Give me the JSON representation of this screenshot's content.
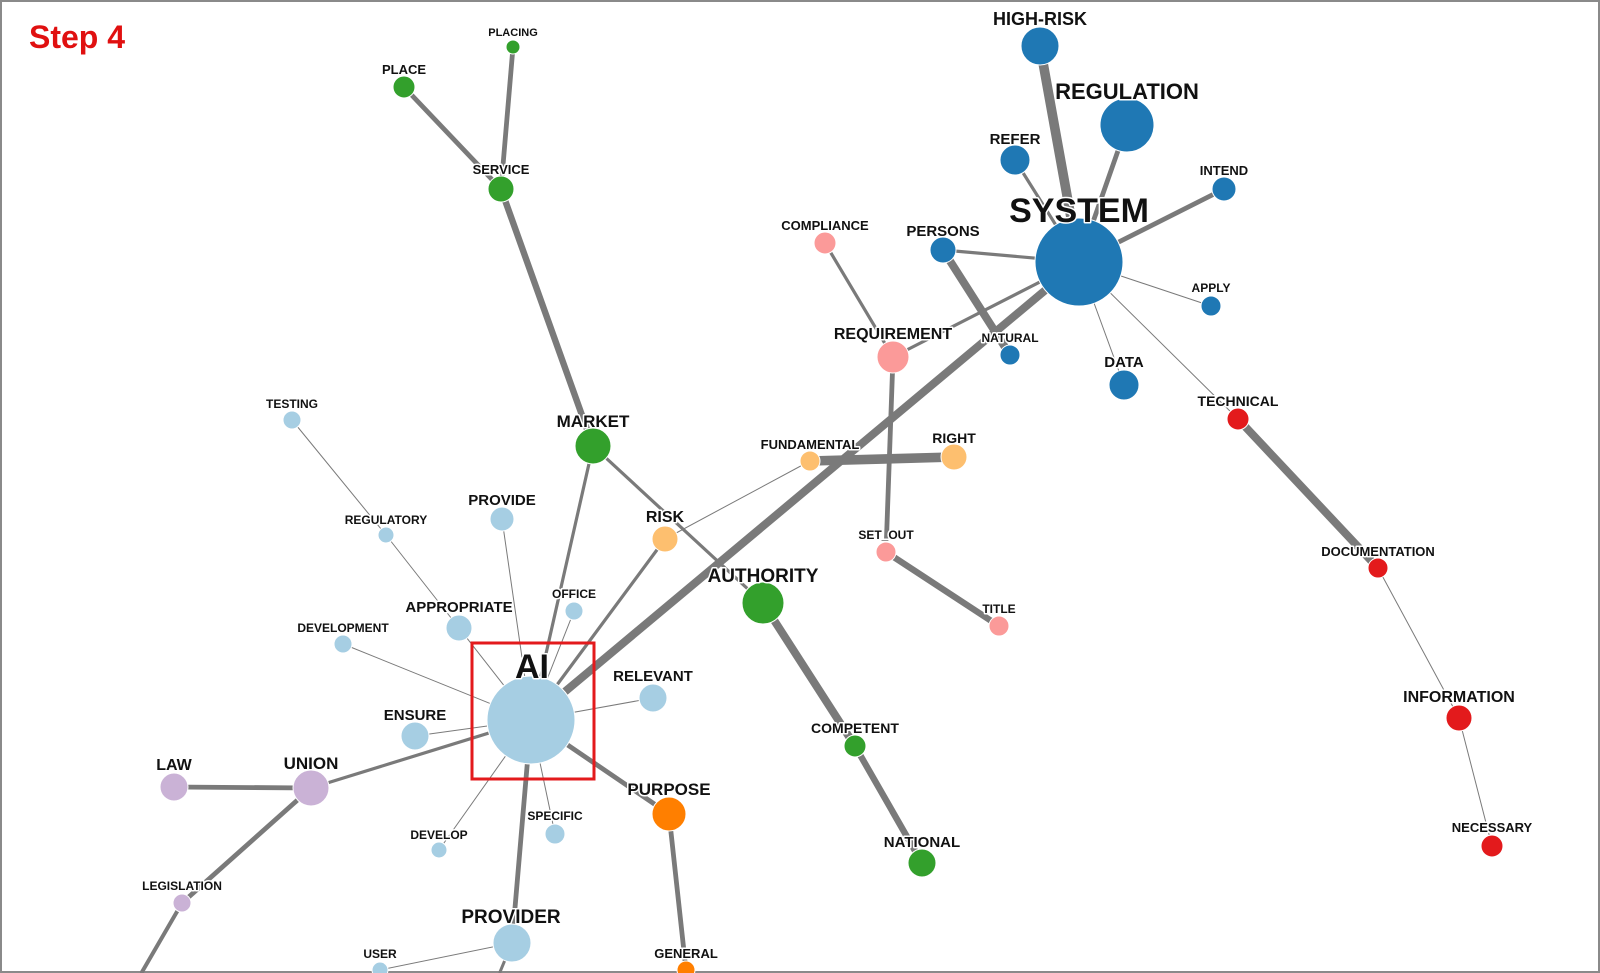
{
  "step_label": "Step 4",
  "colors": {
    "lightblue": "#a6cee3",
    "blue": "#1f78b4",
    "green": "#33a02c",
    "pink": "#fb9a99",
    "orange_light": "#fdbf6f",
    "orange": "#ff7f00",
    "red": "#e31a1c",
    "purple": "#cab2d6",
    "edge": "#7a7a7a",
    "highlight": "#e31a1c",
    "step_label": "#e01010"
  },
  "highlighted_node": "AI",
  "nodes": [
    {
      "id": "AI",
      "label": "AI",
      "group": "lightblue",
      "size": 5
    },
    {
      "id": "PROVIDE",
      "label": "PROVIDE",
      "group": "lightblue",
      "size": 2
    },
    {
      "id": "REGULATORY",
      "label": "REGULATORY",
      "group": "lightblue",
      "size": 1
    },
    {
      "id": "TESTING",
      "label": "TESTING",
      "group": "lightblue",
      "size": 1
    },
    {
      "id": "OFFICE",
      "label": "OFFICE",
      "group": "lightblue",
      "size": 1
    },
    {
      "id": "APPROPRIATE",
      "label": "APPROPRIATE",
      "group": "lightblue",
      "size": 2
    },
    {
      "id": "DEVELOPMENT",
      "label": "DEVELOPMENT",
      "group": "lightblue",
      "size": 1
    },
    {
      "id": "RELEVANT",
      "label": "RELEVANT",
      "group": "lightblue",
      "size": 2
    },
    {
      "id": "ENSURE",
      "label": "ENSURE",
      "group": "lightblue",
      "size": 2
    },
    {
      "id": "SPECIFIC",
      "label": "SPECIFIC",
      "group": "lightblue",
      "size": 1
    },
    {
      "id": "DEVELOP",
      "label": "DEVELOP",
      "group": "lightblue",
      "size": 1
    },
    {
      "id": "PROVIDER",
      "label": "PROVIDER",
      "group": "lightblue",
      "size": 3
    },
    {
      "id": "USER",
      "label": "USER",
      "group": "lightblue",
      "size": 1
    },
    {
      "id": "SYSTEM",
      "label": "SYSTEM",
      "group": "blue",
      "size": 6
    },
    {
      "id": "HIGH-RISK",
      "label": "HIGH-RISK",
      "group": "blue",
      "size": 3
    },
    {
      "id": "REGULATION",
      "label": "REGULATION",
      "group": "blue",
      "size": 4
    },
    {
      "id": "REFER",
      "label": "REFER",
      "group": "blue",
      "size": 2
    },
    {
      "id": "INTEND",
      "label": "INTEND",
      "group": "blue",
      "size": 1
    },
    {
      "id": "PERSONS",
      "label": "PERSONS",
      "group": "blue",
      "size": 2
    },
    {
      "id": "APPLY",
      "label": "APPLY",
      "group": "blue",
      "size": 1
    },
    {
      "id": "NATURAL",
      "label": "NATURAL",
      "group": "blue",
      "size": 1
    },
    {
      "id": "DATA",
      "label": "DATA",
      "group": "blue",
      "size": 2
    },
    {
      "id": "PLACING",
      "label": "PLACING",
      "group": "green",
      "size": 1
    },
    {
      "id": "PLACE",
      "label": "PLACE",
      "group": "green",
      "size": 1
    },
    {
      "id": "SERVICE",
      "label": "SERVICE",
      "group": "green",
      "size": 2
    },
    {
      "id": "MARKET",
      "label": "MARKET",
      "group": "green",
      "size": 3
    },
    {
      "id": "AUTHORITY",
      "label": "AUTHORITY",
      "group": "green",
      "size": 3
    },
    {
      "id": "COMPETENT",
      "label": "COMPETENT",
      "group": "green",
      "size": 1
    },
    {
      "id": "NATIONAL",
      "label": "NATIONAL",
      "group": "green",
      "size": 2
    },
    {
      "id": "COMPLIANCE",
      "label": "COMPLIANCE",
      "group": "pink",
      "size": 1
    },
    {
      "id": "REQUIREMENT",
      "label": "REQUIREMENT",
      "group": "pink",
      "size": 2
    },
    {
      "id": "SET_OUT",
      "label": "SET_OUT",
      "group": "pink",
      "size": 1
    },
    {
      "id": "TITLE",
      "label": "TITLE",
      "group": "pink",
      "size": 1
    },
    {
      "id": "FUNDAMENTAL",
      "label": "FUNDAMENTAL",
      "group": "orange_light",
      "size": 1
    },
    {
      "id": "RIGHT",
      "label": "RIGHT",
      "group": "orange_light",
      "size": 2
    },
    {
      "id": "RISK",
      "label": "RISK",
      "group": "orange_light",
      "size": 2
    },
    {
      "id": "PURPOSE",
      "label": "PURPOSE",
      "group": "orange",
      "size": 2
    },
    {
      "id": "GENERAL",
      "label": "GENERAL",
      "group": "orange",
      "size": 1
    },
    {
      "id": "TECHNICAL",
      "label": "TECHNICAL",
      "group": "red",
      "size": 1
    },
    {
      "id": "DOCUMENTATION",
      "label": "DOCUMENTATION",
      "group": "red",
      "size": 1
    },
    {
      "id": "INFORMATION",
      "label": "INFORMATION",
      "group": "red",
      "size": 2
    },
    {
      "id": "NECESSARY",
      "label": "NECESSARY",
      "group": "red",
      "size": 1
    },
    {
      "id": "LAW",
      "label": "LAW",
      "group": "purple",
      "size": 2
    },
    {
      "id": "UNION",
      "label": "UNION",
      "group": "purple",
      "size": 2
    },
    {
      "id": "LEGISLATION",
      "label": "LEGISLATION",
      "group": "purple",
      "size": 1
    }
  ],
  "edges": [
    {
      "source": "AI",
      "target": "SYSTEM",
      "weight": 5
    },
    {
      "source": "AI",
      "target": "PROVIDE",
      "weight": 1
    },
    {
      "source": "AI",
      "target": "OFFICE",
      "weight": 1
    },
    {
      "source": "AI",
      "target": "APPROPRIATE",
      "weight": 1
    },
    {
      "source": "AI",
      "target": "DEVELOPMENT",
      "weight": 1
    },
    {
      "source": "AI",
      "target": "RELEVANT",
      "weight": 1
    },
    {
      "source": "AI",
      "target": "ENSURE",
      "weight": 1
    },
    {
      "source": "AI",
      "target": "SPECIFIC",
      "weight": 1
    },
    {
      "source": "AI",
      "target": "DEVELOP",
      "weight": 1
    },
    {
      "source": "AI",
      "target": "PROVIDER",
      "weight": 3
    },
    {
      "source": "AI",
      "target": "MARKET",
      "weight": 2
    },
    {
      "source": "AI",
      "target": "RISK",
      "weight": 2
    },
    {
      "source": "AI",
      "target": "UNION",
      "weight": 2
    },
    {
      "source": "AI",
      "target": "PURPOSE",
      "weight": 3
    },
    {
      "source": "REGULATORY",
      "target": "TESTING",
      "weight": 1
    },
    {
      "source": "REGULATORY",
      "target": "APPROPRIATE",
      "weight": 1
    },
    {
      "source": "PROVIDER",
      "target": "USER",
      "weight": 1
    },
    {
      "source": "PURPOSE",
      "target": "GENERAL",
      "weight": 3
    },
    {
      "source": "UNION",
      "target": "LAW",
      "weight": 3
    },
    {
      "source": "UNION",
      "target": "LEGISLATION",
      "weight": 3
    },
    {
      "source": "MARKET",
      "target": "SERVICE",
      "weight": 4
    },
    {
      "source": "MARKET",
      "target": "AUTHORITY",
      "weight": 2
    },
    {
      "source": "SERVICE",
      "target": "PLACE",
      "weight": 3
    },
    {
      "source": "SERVICE",
      "target": "PLACING",
      "weight": 3
    },
    {
      "source": "AUTHORITY",
      "target": "COMPETENT",
      "weight": 5
    },
    {
      "source": "COMPETENT",
      "target": "NATIONAL",
      "weight": 4
    },
    {
      "source": "RISK",
      "target": "FUNDAMENTAL",
      "weight": 1
    },
    {
      "source": "FUNDAMENTAL",
      "target": "RIGHT",
      "weight": 6
    },
    {
      "source": "SYSTEM",
      "target": "HIGH-RISK",
      "weight": 6
    },
    {
      "source": "SYSTEM",
      "target": "REGULATION",
      "weight": 3
    },
    {
      "source": "SYSTEM",
      "target": "REFER",
      "weight": 2
    },
    {
      "source": "SYSTEM",
      "target": "INTEND",
      "weight": 3
    },
    {
      "source": "SYSTEM",
      "target": "PERSONS",
      "weight": 2
    },
    {
      "source": "SYSTEM",
      "target": "APPLY",
      "weight": 1
    },
    {
      "source": "SYSTEM",
      "target": "DATA",
      "weight": 1
    },
    {
      "source": "SYSTEM",
      "target": "TECHNICAL",
      "weight": 1
    },
    {
      "source": "SYSTEM",
      "target": "REQUIREMENT",
      "weight": 2
    },
    {
      "source": "PERSONS",
      "target": "NATURAL",
      "weight": 5
    },
    {
      "source": "REQUIREMENT",
      "target": "COMPLIANCE",
      "weight": 2
    },
    {
      "source": "REQUIREMENT",
      "target": "SET_OUT",
      "weight": 3
    },
    {
      "source": "SET_OUT",
      "target": "TITLE",
      "weight": 4
    },
    {
      "source": "TECHNICAL",
      "target": "DOCUMENTATION",
      "weight": 5
    },
    {
      "source": "DOCUMENTATION",
      "target": "INFORMATION",
      "weight": 1
    },
    {
      "source": "INFORMATION",
      "target": "NECESSARY",
      "weight": 1
    }
  ]
}
